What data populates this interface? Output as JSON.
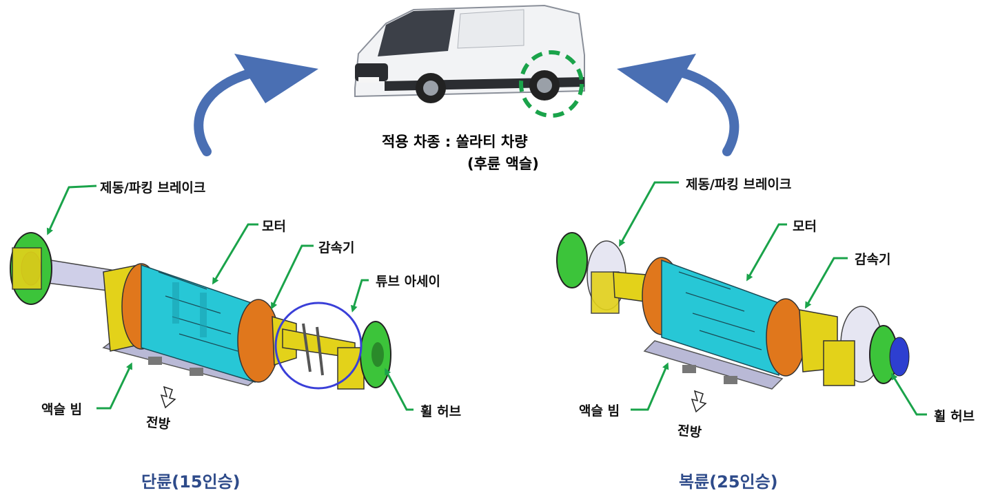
{
  "vehicle": {
    "line1": "적용 차종 : 쏠라티 차량",
    "line2": "(후륜 액슬)"
  },
  "left": {
    "brake": "제동/파킹 브레이크",
    "motor": "모터",
    "reducer": "감속기",
    "tube": "튜브 아세이",
    "beam": "액슬 빔",
    "hub": "휠 허브",
    "front": "전방",
    "caption": "단륜(15인승)"
  },
  "right": {
    "brake": "제동/파킹 브레이크",
    "motor": "모터",
    "reducer": "감속기",
    "beam": "액슬 빔",
    "hub": "휠 허브",
    "front": "전방",
    "caption": "복륜(25인승)"
  },
  "colors": {
    "leader": "#1aa34a",
    "arrow": "#4a6fb3",
    "circle_green": "#1aa34a",
    "circle_blue": "#3a3fd8",
    "motor": "#27c7d6",
    "reducer": "#e0771c",
    "housing": "#e3d21a",
    "brake": "#3cc43a",
    "hub_blue": "#2d3fd0",
    "beam": "#b9b9d6",
    "caption": "#2e4b8a"
  }
}
